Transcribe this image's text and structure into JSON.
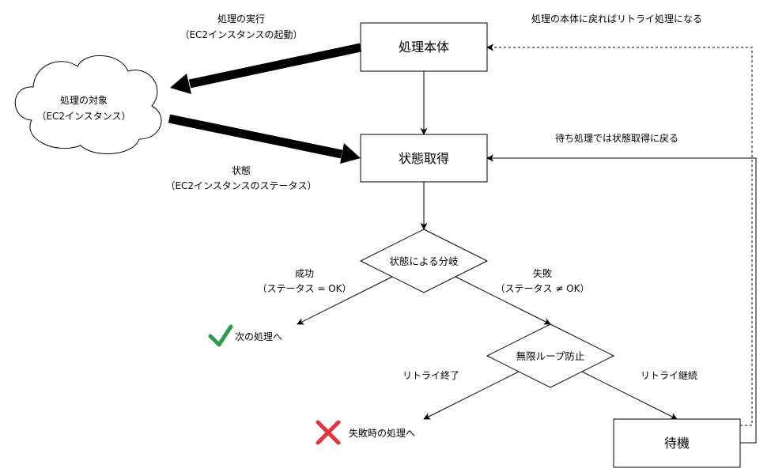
{
  "nodes": {
    "main_process": "処理本体",
    "get_status": "状態取得",
    "branch": "状態による分岐",
    "loop_guard": "無限ループ防止",
    "wait": "待機",
    "target_line1": "処理の対象",
    "target_line2": "（EC2インスタンス）",
    "next_process": "次の処理へ",
    "failure_process": "失敗時の処理へ"
  },
  "labels": {
    "execute_line1": "処理の実行",
    "execute_line2": "（EC2インスタンスの起動）",
    "status_line1": "状態",
    "status_line2": "（EC2インスタンスのステータス）",
    "success_line1": "成功",
    "success_line2": "（ステータス = OK）",
    "fail_line1": "失敗",
    "fail_line2": "（ステータス ≠ OK）",
    "retry_end": "リトライ終了",
    "retry_continue": "リトライ継続",
    "back_to_main": "処理の本体に戻ればリトライ処理になる",
    "back_to_status": "待ち処理では状態取得に戻る"
  },
  "icons": {
    "success": "check-icon",
    "failure": "cross-icon"
  },
  "colors": {
    "check": "#2e9a4e",
    "cross": "#e8323c",
    "line": "#000000"
  }
}
